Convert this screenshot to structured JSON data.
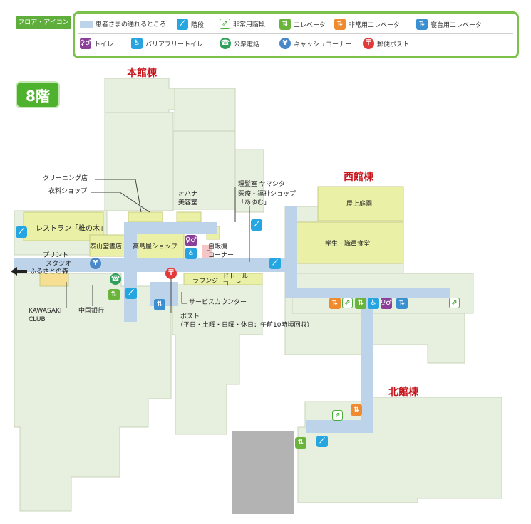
{
  "legend": {
    "tab": "フロア・アイコン",
    "items": {
      "passable": "患者さまの通れるところ",
      "stairs": "階段",
      "emergency_stairs": "非常用階段",
      "elevator": "エレベータ",
      "emergency_elevator": "非常用エレベータ",
      "bed_elevator": "寝台用エレベータ",
      "toilet": "トイレ",
      "barrier_free_toilet": "バリアフリートイレ",
      "public_phone": "公衆電話",
      "cash_corner": "キャッシュコーナー",
      "postbox": "郵便ポスト"
    }
  },
  "floor": "8階",
  "buildings": {
    "main": "本館棟",
    "west": "西館棟",
    "north": "北館棟"
  },
  "labels": {
    "cleaning": "クリーニング店",
    "clothing": "衣料ショップ",
    "ohana_1": "オハナ",
    "ohana_2": "美容室",
    "barber": "理髪室 ヤマシタ",
    "welfare_1": "医療・福祉ショップ",
    "welfare_2": "「あゆむ」",
    "restaurant": "レストラン「椎の木」",
    "bookstore": "泰山堂書店",
    "takashimaya": "高島屋ショップ",
    "vending_1": "自販機",
    "vending_2": "コーナー",
    "print_1": "プリント",
    "print_2": "スタジオ",
    "furusato": "ふるさとの森",
    "lounge": "ラウンジ",
    "doutor_1": "ドトール",
    "doutor_2": "コーヒー",
    "kawasaki_1": "KAWASAKI",
    "kawasaki_2": "CLUB",
    "bank": "中国銀行",
    "service_counter": "サービスカウンター",
    "post": "ポスト",
    "post_hours": "（平日・土曜・日曜・休日：午前10時頃回収）",
    "rooftop": "屋上庭園",
    "cafeteria": "学生・職員食堂"
  },
  "icon_glyphs": {
    "stairs": "⟋",
    "emergency_stairs": "⇗",
    "elevator": "⇅",
    "toilet": "♀♂",
    "barrier_free": "♿",
    "phone": "☎",
    "yen": "¥",
    "post": "〒"
  },
  "colors": {
    "building": "#e7efde",
    "building_edge": "#c7d3bb",
    "shop": "#eaf0a6",
    "corridor": "#bcd3ea",
    "accent_green": "#7cc24a",
    "title_red": "#c8161d",
    "gray_block": "#b3b3b3"
  }
}
